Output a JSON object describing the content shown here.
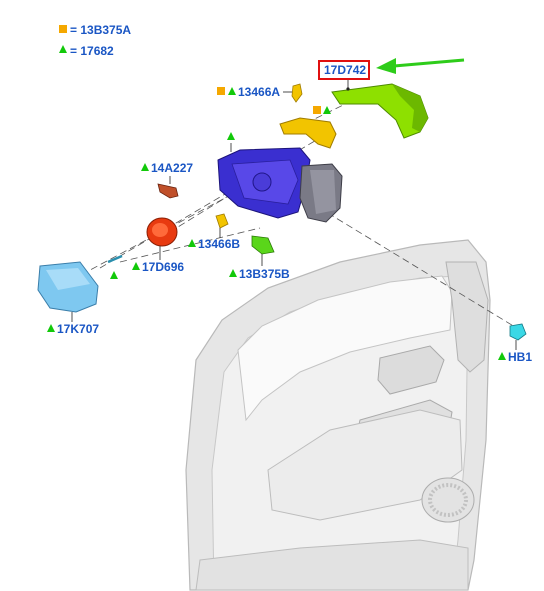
{
  "legend": [
    {
      "marker": "square",
      "marker_color": "#f5a800",
      "text": "= 13B375A"
    },
    {
      "marker": "triangle",
      "marker_color": "#12c90a",
      "text": "= 17682"
    }
  ],
  "parts": {
    "p17D742": "17D742",
    "p13466A": "13466A",
    "p14A227": "14A227",
    "p13466B": "13466B",
    "p17D696": "17D696",
    "p13B375B": "13B375B",
    "p17K707": "17K707",
    "pHB1": "HB1"
  },
  "colors": {
    "label": "#1a56c4",
    "highlight_box": "#e01010",
    "callout_arrow": "#2ecc1a",
    "mirror_cap": "#8ee000",
    "mirror_housing": "#3a2fd0",
    "glass": "#7ec8f0",
    "motor": "#e83a10",
    "bracket": "#f2c400",
    "connector": "#5ad61a",
    "door_panel": "#e8e8e8"
  }
}
